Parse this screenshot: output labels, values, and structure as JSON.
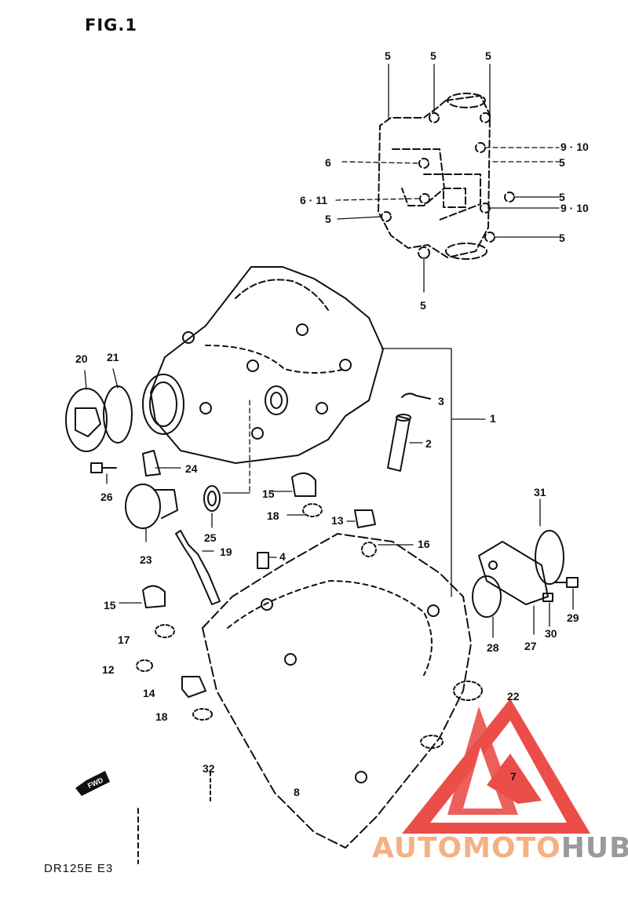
{
  "figure": {
    "title": "FIG.1",
    "model_code": "DR125E E3",
    "fwd_label": "FWD"
  },
  "callouts": [
    "5",
    "5",
    "5",
    "9 · 10",
    "6",
    "5",
    "6 · 11",
    "5",
    "5",
    "9 · 10",
    "5",
    "5",
    "20",
    "21",
    "3",
    "1",
    "2",
    "24",
    "26",
    "15",
    "25",
    "18",
    "13",
    "23",
    "19",
    "16",
    "4",
    "31",
    "15",
    "17",
    "12",
    "14",
    "18",
    "28",
    "27",
    "30",
    "29",
    "22",
    "32",
    "8",
    "7"
  ],
  "watermark": {
    "part_a": "AUTOMOTO",
    "part_b": "HUB"
  },
  "colors": {
    "line": "#111111",
    "wm_red": "#e8302a",
    "wm_orange": "#f4b183",
    "wm_grey": "#9a9a9a"
  }
}
